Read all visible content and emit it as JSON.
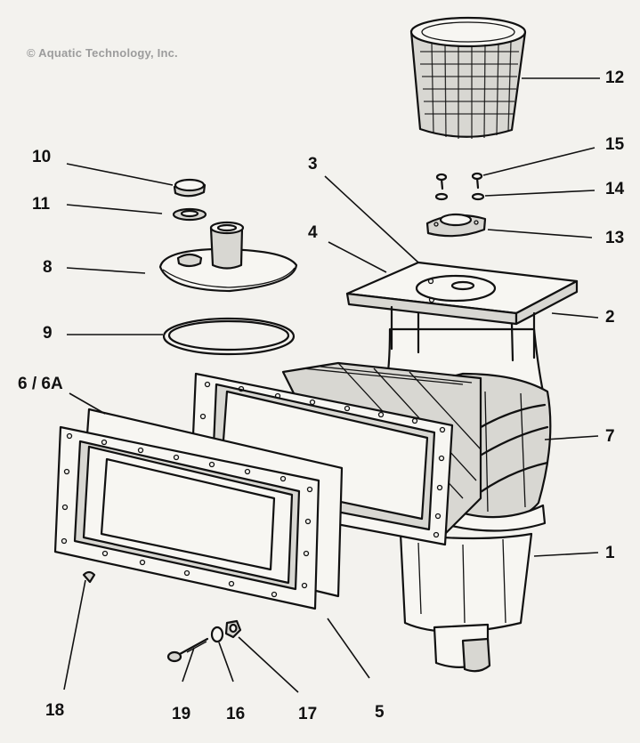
{
  "copyright": "© Aquatic Technology, Inc.",
  "callouts": {
    "c1": "1",
    "c2": "2",
    "c3": "3",
    "c4": "4",
    "c5": "5",
    "c6": "6 / 6A",
    "c7": "7",
    "c8": "8",
    "c9": "9",
    "c10": "10",
    "c11": "11",
    "c12": "12",
    "c13": "13",
    "c14": "14",
    "c15": "15",
    "c16": "16",
    "c17": "17",
    "c18": "18",
    "c19": "19"
  }
}
